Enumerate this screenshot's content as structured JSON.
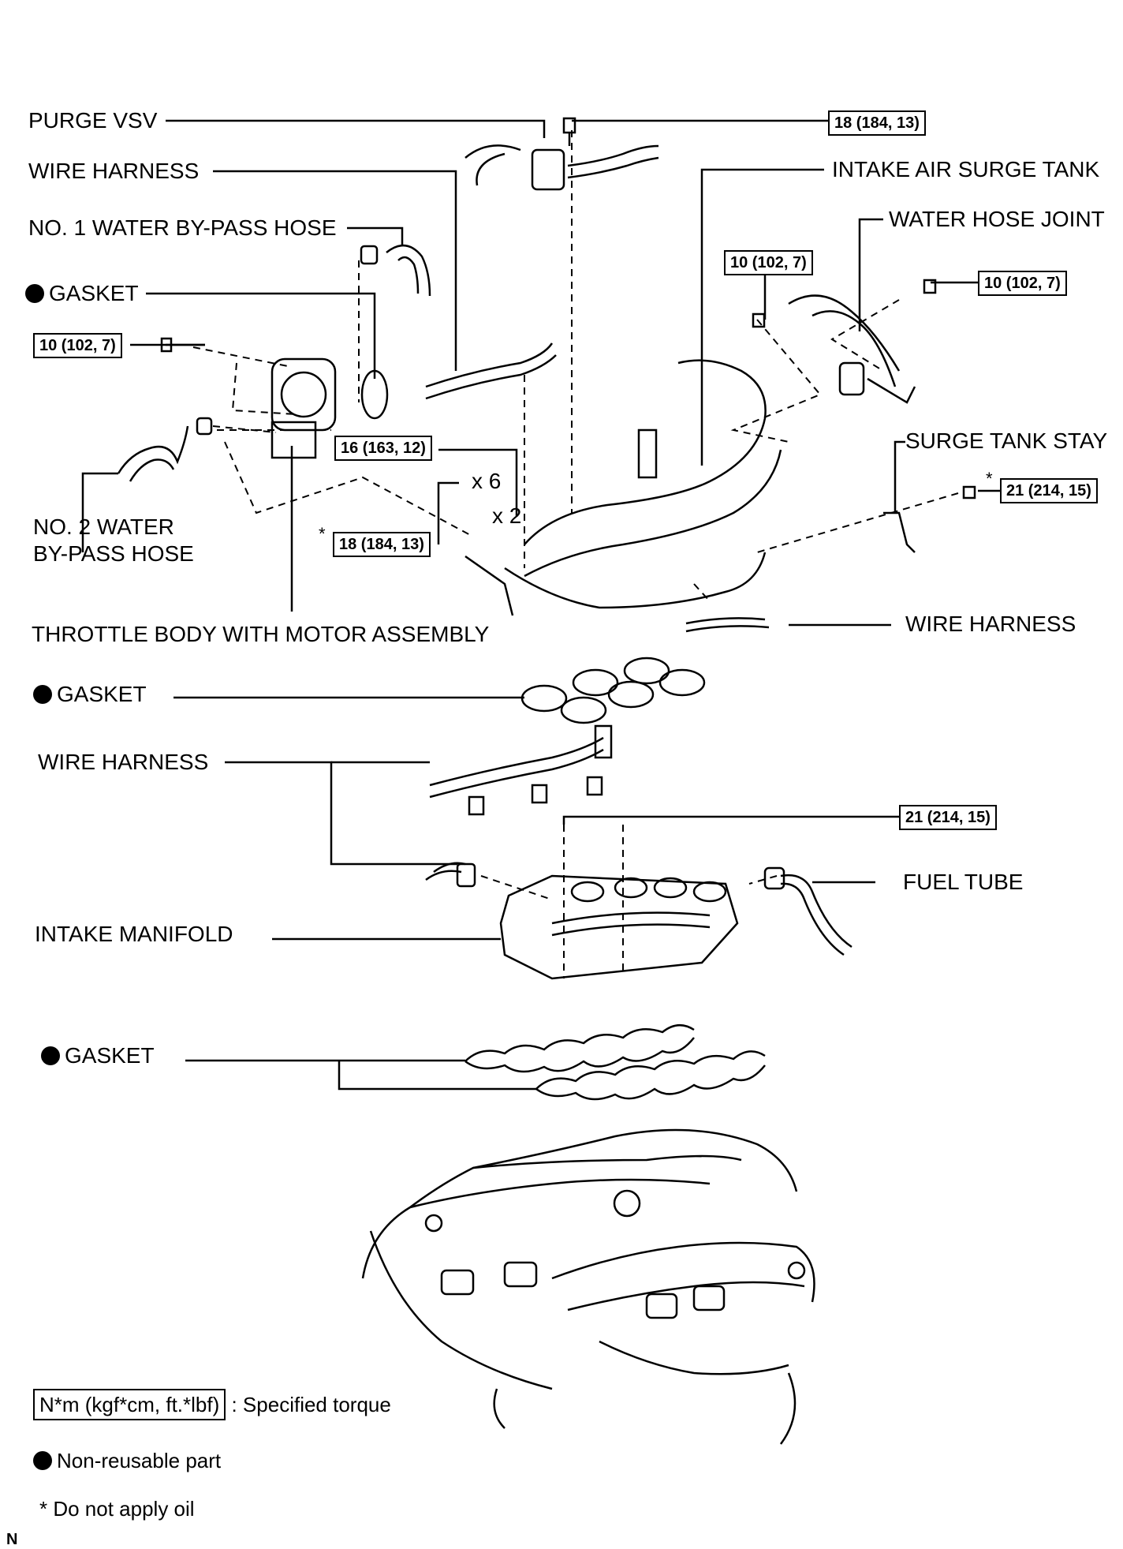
{
  "labels": {
    "purge_vsv": "PURGE VSV",
    "wire_harness_1": "WIRE HARNESS",
    "water_bypass_hose_1": "NO. 1 WATER BY-PASS HOSE",
    "gasket_throttle": "GASKET",
    "water_bypass_hose_2_line1": "NO. 2 WATER",
    "water_bypass_hose_2_line2": "BY-PASS HOSE",
    "throttle_body": "THROTTLE BODY WITH MOTOR ASSEMBLY",
    "intake_air_surge_tank": "INTAKE AIR SURGE TANK",
    "water_hose_joint": "WATER HOSE JOINT",
    "surge_tank_stay": "SURGE TANK STAY",
    "wire_harness_2": "WIRE HARNESS",
    "gasket_surge": "GASKET",
    "wire_harness_3": "WIRE HARNESS",
    "fuel_tube": "FUEL TUBE",
    "intake_manifold": "INTAKE MANIFOLD",
    "gasket_manifold": "GASKET"
  },
  "torques": {
    "purge_vsv_bolt": "18 (184, 13)",
    "throttle_bolt": "10 (102, 7)",
    "joint_bolt_left": "10 (102, 7)",
    "joint_bolt_right": "10 (102, 7)",
    "surge_tank_bolt": "16 (163, 12)",
    "surge_tank_stud": "18 (184, 13)",
    "stay_bolt": "21 (214, 15)",
    "manifold_bolt": "21 (214, 15)"
  },
  "quantities": {
    "bolts": "x 6",
    "nuts": "x 2"
  },
  "markers": {
    "no_oil": "*"
  },
  "legend": {
    "torque_box": "N*m (kgf*cm, ft.*lbf)",
    "torque_desc": ": Specified torque",
    "non_reusable": "Non-reusable part",
    "no_oil": "* Do not apply oil"
  },
  "footer": {
    "code": "N"
  }
}
